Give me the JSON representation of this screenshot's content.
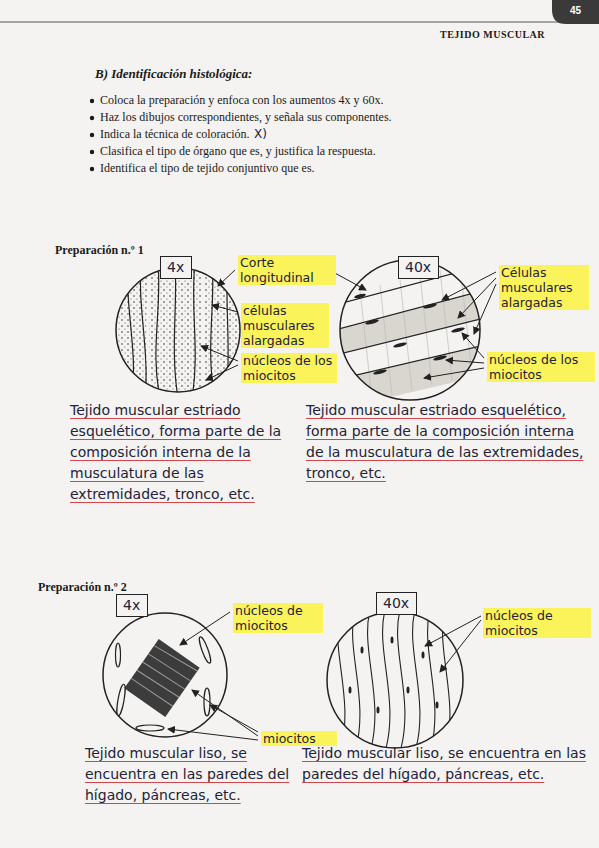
{
  "diagram": {
    "title": "B) Identificación histológica:",
    "nodes": [
      {
        "text": [
          "4x"
        ]
      },
      {
        "text": [
          "40x"
        ]
      },
      {
        "text": [
          "4x"
        ]
      },
      {
        "text": [
          "40x"
        ]
      }
    ],
    "labels": [
      "TEJIDO MUSCULAR",
      "45",
      "Coloca la preparación y enfoca con los aumentos 4x y 60x.",
      "Haz los dibujos correspondientes, y señala sus componentes.",
      "Indica la técnica de coloración.",
      "X)",
      "Clasifica el tipo de órgano que es, y justifica la respuesta.",
      "Identifica el tipo de tejido conjuntivo que es.",
      "Preparación n.º 1",
      "Corte longitudinal",
      "células musculares alargadas",
      "núcleos de los miocitos",
      "Células musculares alargadas",
      "núcleos de los miocitos",
      "Tejido muscular estriado esquelético, forma parte de la composición interna de la musculatura de las extremidades, tronco, etc.",
      "Tejido muscular estriado esquelético, forma parte de la composición interna de la musculatura de las extremidades, tronco, etc.",
      "Preparación n.º 2",
      "núcleos de miocitos",
      "miocitos",
      "núcleos de miocitos",
      "Tejido muscular liso, se encuentra en las paredes del hígado, páncreas, etc.",
      "Tejido muscular liso, se encuentra en las paredes del hígado, páncreas, etc."
    ]
  }
}
